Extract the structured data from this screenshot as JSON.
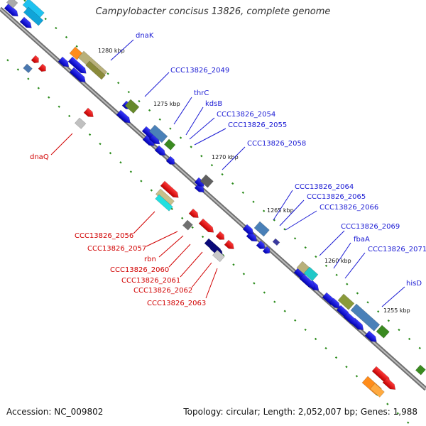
{
  "title": "Campylobacter concisus 13826, complete genome",
  "footer": {
    "accession": "Accession: NC_009802",
    "topology": "Topology: circular; Length: 2,052,007 bp; Genes: 1,988"
  },
  "ticks": [
    "1280 kbp",
    "1275 kbp",
    "1270 kbp",
    "1265 kbp",
    "1260 kbp",
    "1255 kbp"
  ],
  "labels_outer": [
    "dnaK",
    "CCC13826_2049",
    "thrC",
    "kdsB",
    "CCC13826_2054",
    "CCC13826_2055",
    "CCC13826_2058",
    "CCC13826_2064",
    "CCC13826_2065",
    "CCC13826_2066",
    "CCC13826_2069",
    "fbaA",
    "CCC13826_2071",
    "hisD"
  ],
  "labels_inner": [
    "dnaQ",
    "CCC13826_2056",
    "CCC13826_2057",
    "rbn",
    "CCC13826_2060",
    "CCC13826_2061",
    "CCC13826_2062",
    "CCC13826_2063"
  ],
  "colors": {
    "backbone": "#707070",
    "tick_dots": "#2a8a1a",
    "label_blue": "#1a1ad4",
    "label_red": "#d10000",
    "cds_forward": "#0d0de0",
    "cds_reverse": "#e00c0c"
  }
}
